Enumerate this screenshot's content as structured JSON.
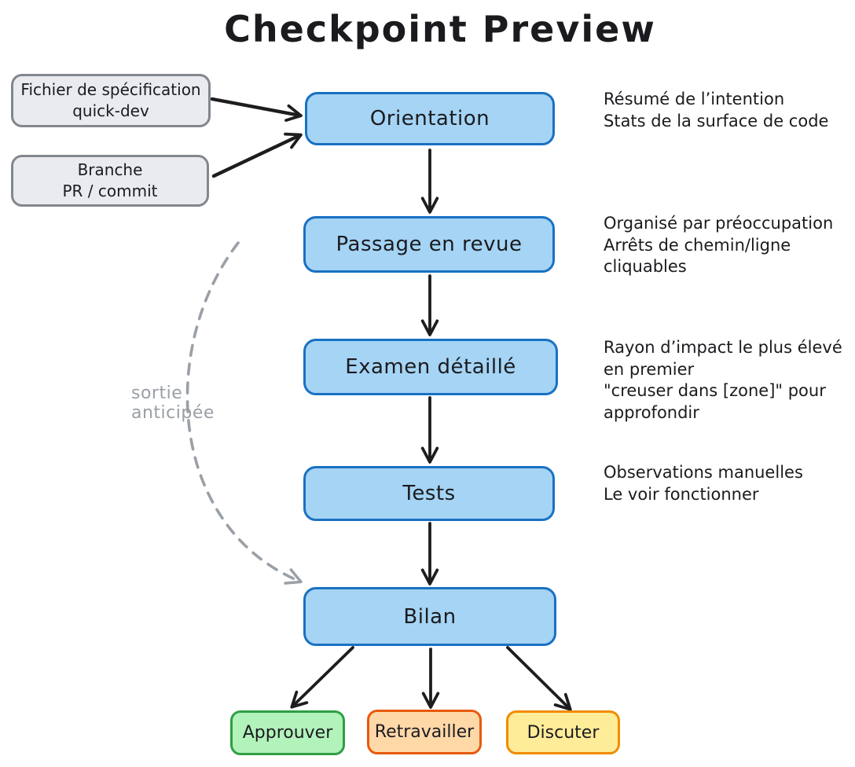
{
  "title": "Checkpoint Preview",
  "colors": {
    "stage_fill": "#a5d4f5",
    "stage_stroke": "#1971c2",
    "input_fill": "#e9ebee",
    "input_stroke": "#82878d",
    "arrow_black": "#1d1d1f",
    "dashed_gray": "#9aa0a6",
    "background": "#ffffff"
  },
  "inputs": [
    {
      "id": "spec-file",
      "label": "Fichier de spécification\nquick-dev"
    },
    {
      "id": "branch",
      "label": "Branche\nPR / commit"
    }
  ],
  "stages": [
    {
      "id": "orientation",
      "label": "Orientation",
      "annotation": "Résumé de l’intention\nStats de la surface de code"
    },
    {
      "id": "passage-en-revue",
      "label": "Passage en revue",
      "annotation": "Organisé par préoccupation\nArrêts de chemin/ligne\ncliquables"
    },
    {
      "id": "examen-detaille",
      "label": "Examen détaillé",
      "annotation": "Rayon d’impact le plus élevé\nen premier\n\"creuser dans [zone]\" pour\napprofondir"
    },
    {
      "id": "tests",
      "label": "Tests",
      "annotation": "Observations manuelles\nLe voir fonctionner"
    },
    {
      "id": "bilan",
      "label": "Bilan",
      "annotation": ""
    }
  ],
  "early_exit_label": "sortie anticipée",
  "outcomes": [
    {
      "id": "approuver",
      "label": "Approuver",
      "fill": "#b2f2bb",
      "stroke": "#2f9e44"
    },
    {
      "id": "retravailler",
      "label": "Retravailler",
      "fill": "#ffd8a8",
      "stroke": "#e8590c"
    },
    {
      "id": "discuter",
      "label": "Discuter",
      "fill": "#ffec99",
      "stroke": "#f08c00"
    }
  ]
}
